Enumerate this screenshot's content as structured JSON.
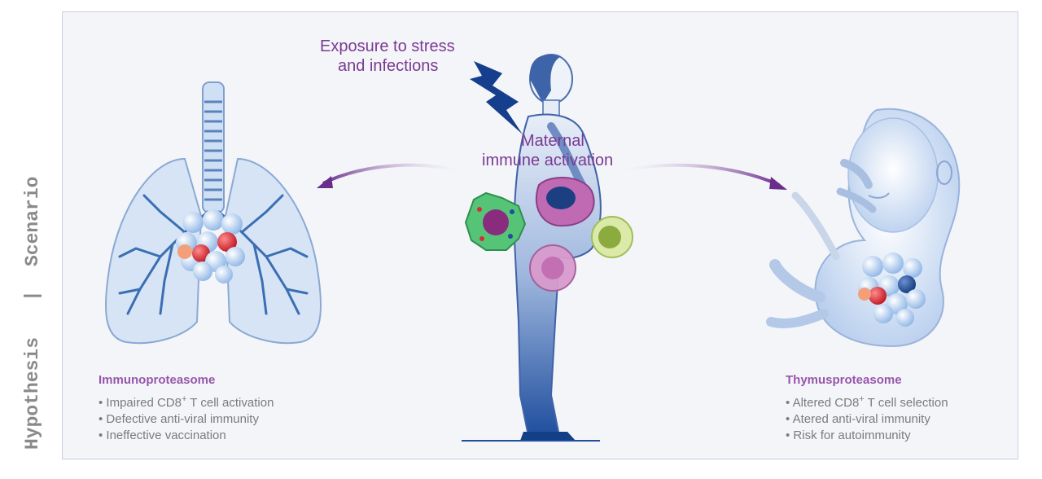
{
  "side_label": {
    "part1": "Hypothesis",
    "separator": "|",
    "part2": "Scenario"
  },
  "center": {
    "exposure_line1": "Exposure to stress",
    "exposure_line2": "and infections",
    "maternal_line1": "Maternal",
    "maternal_line2": "immune activation"
  },
  "left": {
    "heading": "Immunoproteasome",
    "items": [
      {
        "pre": "Impaired CD8",
        "sup": "+",
        "post": " T cell activation"
      },
      {
        "pre": "Defective anti-viral immunity"
      },
      {
        "pre": "Ineffective vaccination"
      }
    ]
  },
  "right": {
    "heading": "Thymusproteasome",
    "items": [
      {
        "pre": "Altered CD8",
        "sup": "+",
        "post": " T cell selection"
      },
      {
        "pre": "Atered anti-viral immunity"
      },
      {
        "pre": "Risk for autoimmunity"
      }
    ]
  },
  "colors": {
    "accent_purple": "#7a3a93",
    "heading_purple": "#9656aa",
    "body_grey": "#7b7b7b",
    "figure_blue": "#1f4e9e",
    "lung_blue": "#3a6fb3",
    "proteasome_red": "#d42d37"
  }
}
